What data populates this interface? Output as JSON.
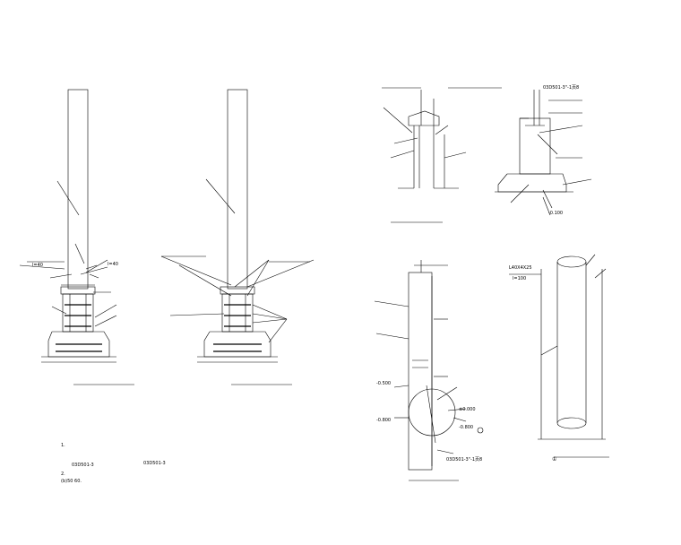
{
  "drawing": {
    "stroke_color": "#000000",
    "background": "#ffffff",
    "labels": {
      "ref_standard_1": "03D501-3",
      "ref_standard_2": "03D501-3\"-1页8",
      "ref_standard_3": "03D501-3\"-1页8",
      "elevation_1": "-0.500",
      "elevation_2": "-0.800",
      "elevation_3": "-0.800",
      "elevation_4": "-0.100",
      "level_mark": "±0.000",
      "detail_no": "①",
      "dim_label": "L40X4X25",
      "dim_value": "l=100",
      "dim_small_1": "l=40",
      "dim_small_2": "l=40"
    },
    "notes": {
      "line1": "1.",
      "line2": "03D501-3",
      "line3": "2.",
      "line4": "(b)50 60."
    }
  }
}
